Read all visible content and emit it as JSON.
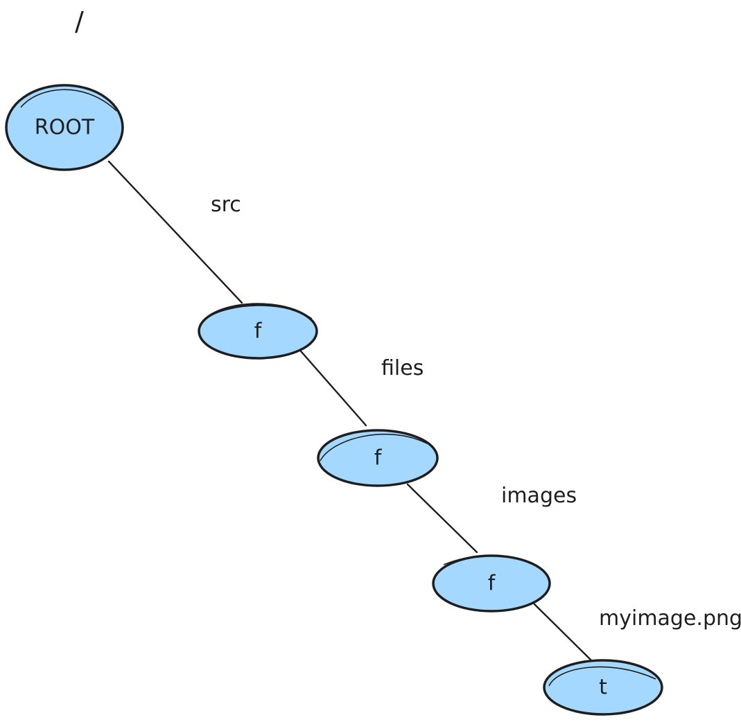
{
  "diagram": {
    "root_path_label": "/",
    "nodes": [
      {
        "id": "root",
        "label": "ROOT"
      },
      {
        "id": "src-node",
        "label": "f"
      },
      {
        "id": "files-node",
        "label": "f"
      },
      {
        "id": "images-node",
        "label": "f"
      },
      {
        "id": "image-file-node",
        "label": "t"
      }
    ],
    "edges": [
      {
        "from": "root",
        "to": "src-node",
        "label": "src"
      },
      {
        "from": "src-node",
        "to": "files-node",
        "label": "files"
      },
      {
        "from": "files-node",
        "to": "images-node",
        "label": "images"
      },
      {
        "from": "images-node",
        "to": "image-file-node",
        "label": "myimage.png"
      }
    ],
    "colors": {
      "node_fill": "#a5d8ff",
      "stroke": "#1e1e1e",
      "background": "#ffffff"
    }
  }
}
